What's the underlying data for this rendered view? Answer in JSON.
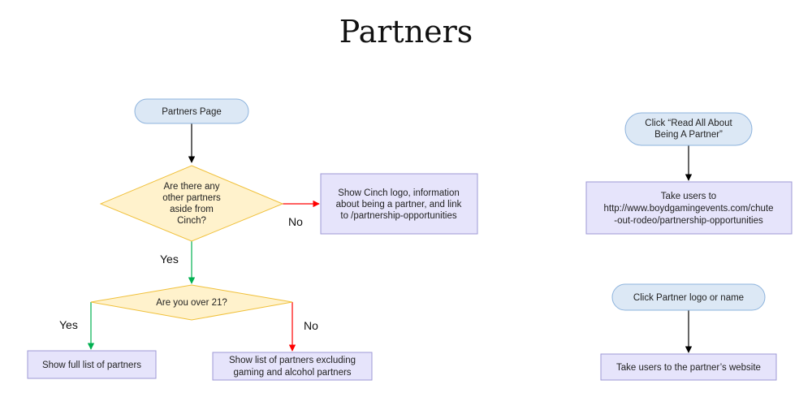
{
  "title": "Partners",
  "colors": {
    "terminal_fill": "#dce8f5",
    "process_fill": "#e6e4fb",
    "decision_fill": "#fff2cc",
    "arrow_default": "#000000",
    "arrow_yes": "#00b050",
    "arrow_no": "#ff0000"
  },
  "nodes": {
    "partners_page": [
      "Partners Page"
    ],
    "decision_other_partners": [
      "Are there any",
      "other partners",
      "aside from",
      "Cinch?"
    ],
    "show_cinch": [
      "Show Cinch logo, information",
      "about being a partner, and link",
      "to /partnership-opportunities"
    ],
    "decision_over_21": [
      "Are you over 21?"
    ],
    "show_full_list": [
      "Show full list of partners"
    ],
    "show_excluding": [
      "Show list of partners excluding",
      "gaming and alcohol partners"
    ],
    "click_read_all": [
      "Click “Read All About",
      "Being A Partner”"
    ],
    "take_users_url": [
      "Take users to",
      "http://www.boydgamingevents.com/chute",
      "-out-rodeo/partnership-opportunities"
    ],
    "click_partner_logo": [
      "Click Partner logo or name"
    ],
    "take_users_partner": [
      "Take users to the partner’s website"
    ]
  },
  "edge_labels": {
    "no_1": "No",
    "yes_1": "Yes",
    "yes_2": "Yes",
    "no_2": "No"
  }
}
